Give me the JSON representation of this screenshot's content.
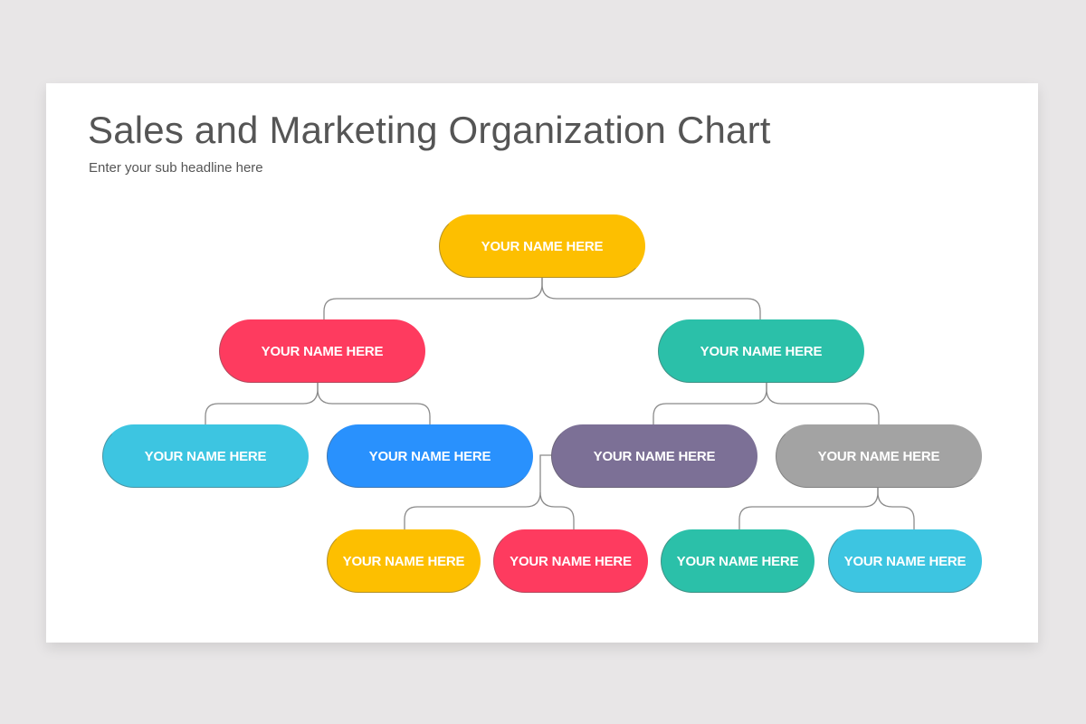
{
  "slide": {
    "title": "Sales and Marketing Organization Chart",
    "subtitle": "Enter your sub headline here"
  },
  "colors": {
    "background": "#e8e6e7",
    "title_text": "#555555",
    "connector": "#8a8a8a",
    "yellow": "#fdbf00",
    "red": "#fe3b5f",
    "teal": "#2bc0a9",
    "cyan": "#3dc5e1",
    "blue": "#2991fd",
    "purple": "#7c7096",
    "gray": "#a3a3a3"
  },
  "org_chart": {
    "root": {
      "label": "YOUR NAME HERE",
      "color": "#fdbf00"
    },
    "level2": [
      {
        "label": "YOUR NAME HERE",
        "color": "#fe3b5f"
      },
      {
        "label": "YOUR NAME HERE",
        "color": "#2bc0a9"
      }
    ],
    "level3": [
      {
        "label": "YOUR NAME HERE",
        "color": "#3dc5e1",
        "parent": 0
      },
      {
        "label": "YOUR NAME HERE",
        "color": "#2991fd",
        "parent": 0
      },
      {
        "label": "YOUR NAME HERE",
        "color": "#7c7096",
        "parent": 1
      },
      {
        "label": "YOUR NAME HERE",
        "color": "#a3a3a3",
        "parent": 1
      }
    ],
    "level4": [
      {
        "label": "YOUR NAME HERE",
        "color": "#fdbf00",
        "parent": 2
      },
      {
        "label": "YOUR NAME HERE",
        "color": "#fe3b5f",
        "parent": 2
      },
      {
        "label": "YOUR NAME HERE",
        "color": "#2bc0a9",
        "parent": 3
      },
      {
        "label": "YOUR NAME HERE",
        "color": "#3dc5e1",
        "parent": 3
      }
    ]
  }
}
